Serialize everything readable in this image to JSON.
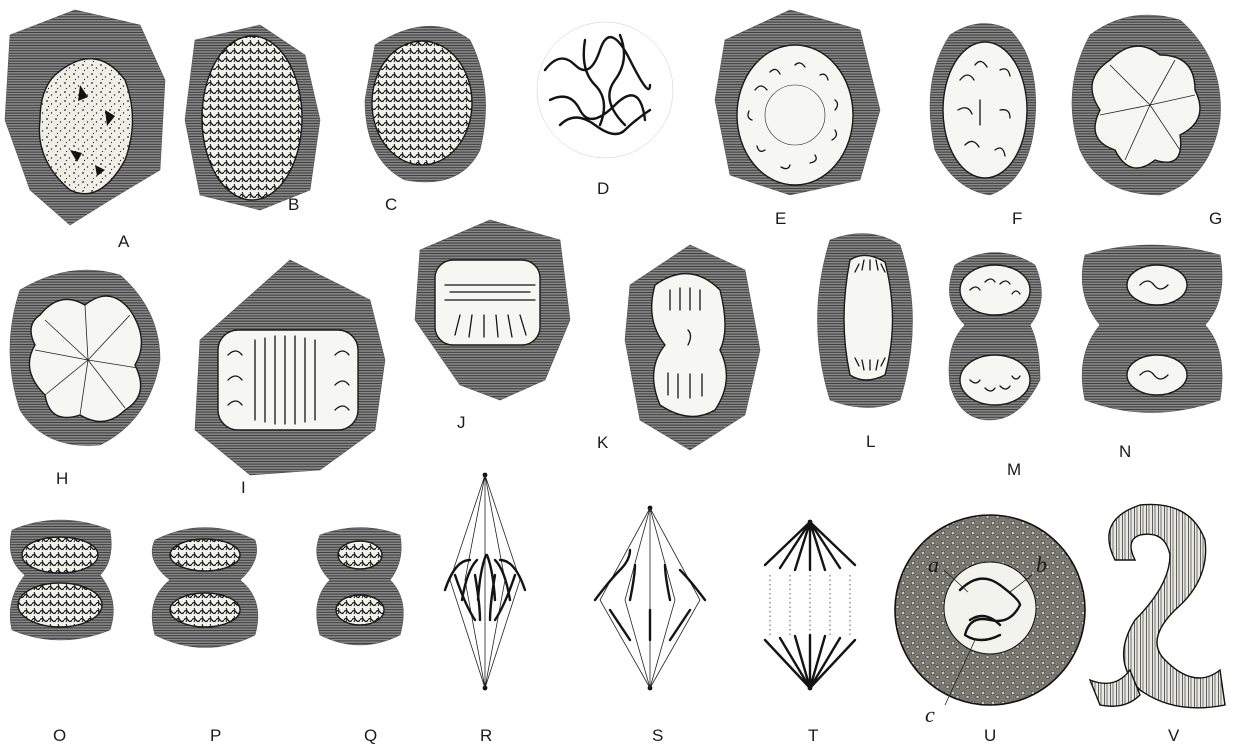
{
  "figure": {
    "panel_labels": [
      "A",
      "B",
      "C",
      "D",
      "E",
      "F",
      "G",
      "H",
      "I",
      "J",
      "K",
      "L",
      "M",
      "N",
      "O",
      "P",
      "Q",
      "R",
      "S",
      "T",
      "U",
      "V"
    ],
    "detail_labels": [
      "a",
      "b",
      "c"
    ]
  }
}
